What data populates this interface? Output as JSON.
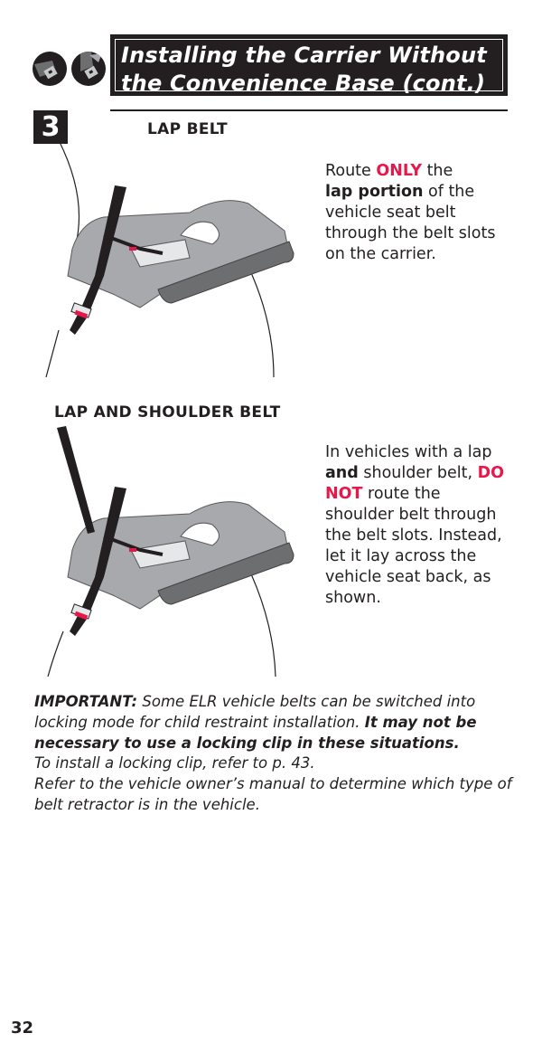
{
  "header": {
    "title_line1": "Installing the Carrier Without",
    "title_line2": "the Convenience Base (cont.)",
    "icons": [
      "lap-belt-buckle-icon",
      "shoulder-belt-buckle-icon"
    ]
  },
  "step": {
    "number": "3",
    "lap_belt": {
      "heading": "LAP BELT",
      "text_1": "Route ",
      "text_only": "ONLY",
      "text_2": " the",
      "text_bold": "lap portion",
      "text_3": " of the vehicle seat belt through the belt slots on the carrier."
    },
    "lap_shoulder_belt": {
      "heading": "LAP AND SHOULDER BELT",
      "text_1": "In vehicles with a lap ",
      "text_and": "and",
      "text_2": " shoulder belt, ",
      "text_donot": "DO NOT",
      "text_3": " route the shoulder belt through the belt slots. Instead, let it lay across the vehicle seat back, as shown."
    }
  },
  "important": {
    "label": "IMPORTANT:",
    "text_1": " Some ELR vehicle belts can be switched into locking mode for child restraint installation. ",
    "text_bold": "It may not be necessary to use a locking clip in these situations.",
    "text_2": "To install a locking clip, refer to p. 43.",
    "text_3": "Refer to the vehicle owner’s manual to determine which type of belt retractor is in the vehicle."
  },
  "page_number": "32",
  "colors": {
    "accent_red": "#e8174a",
    "ink": "#231f20"
  }
}
